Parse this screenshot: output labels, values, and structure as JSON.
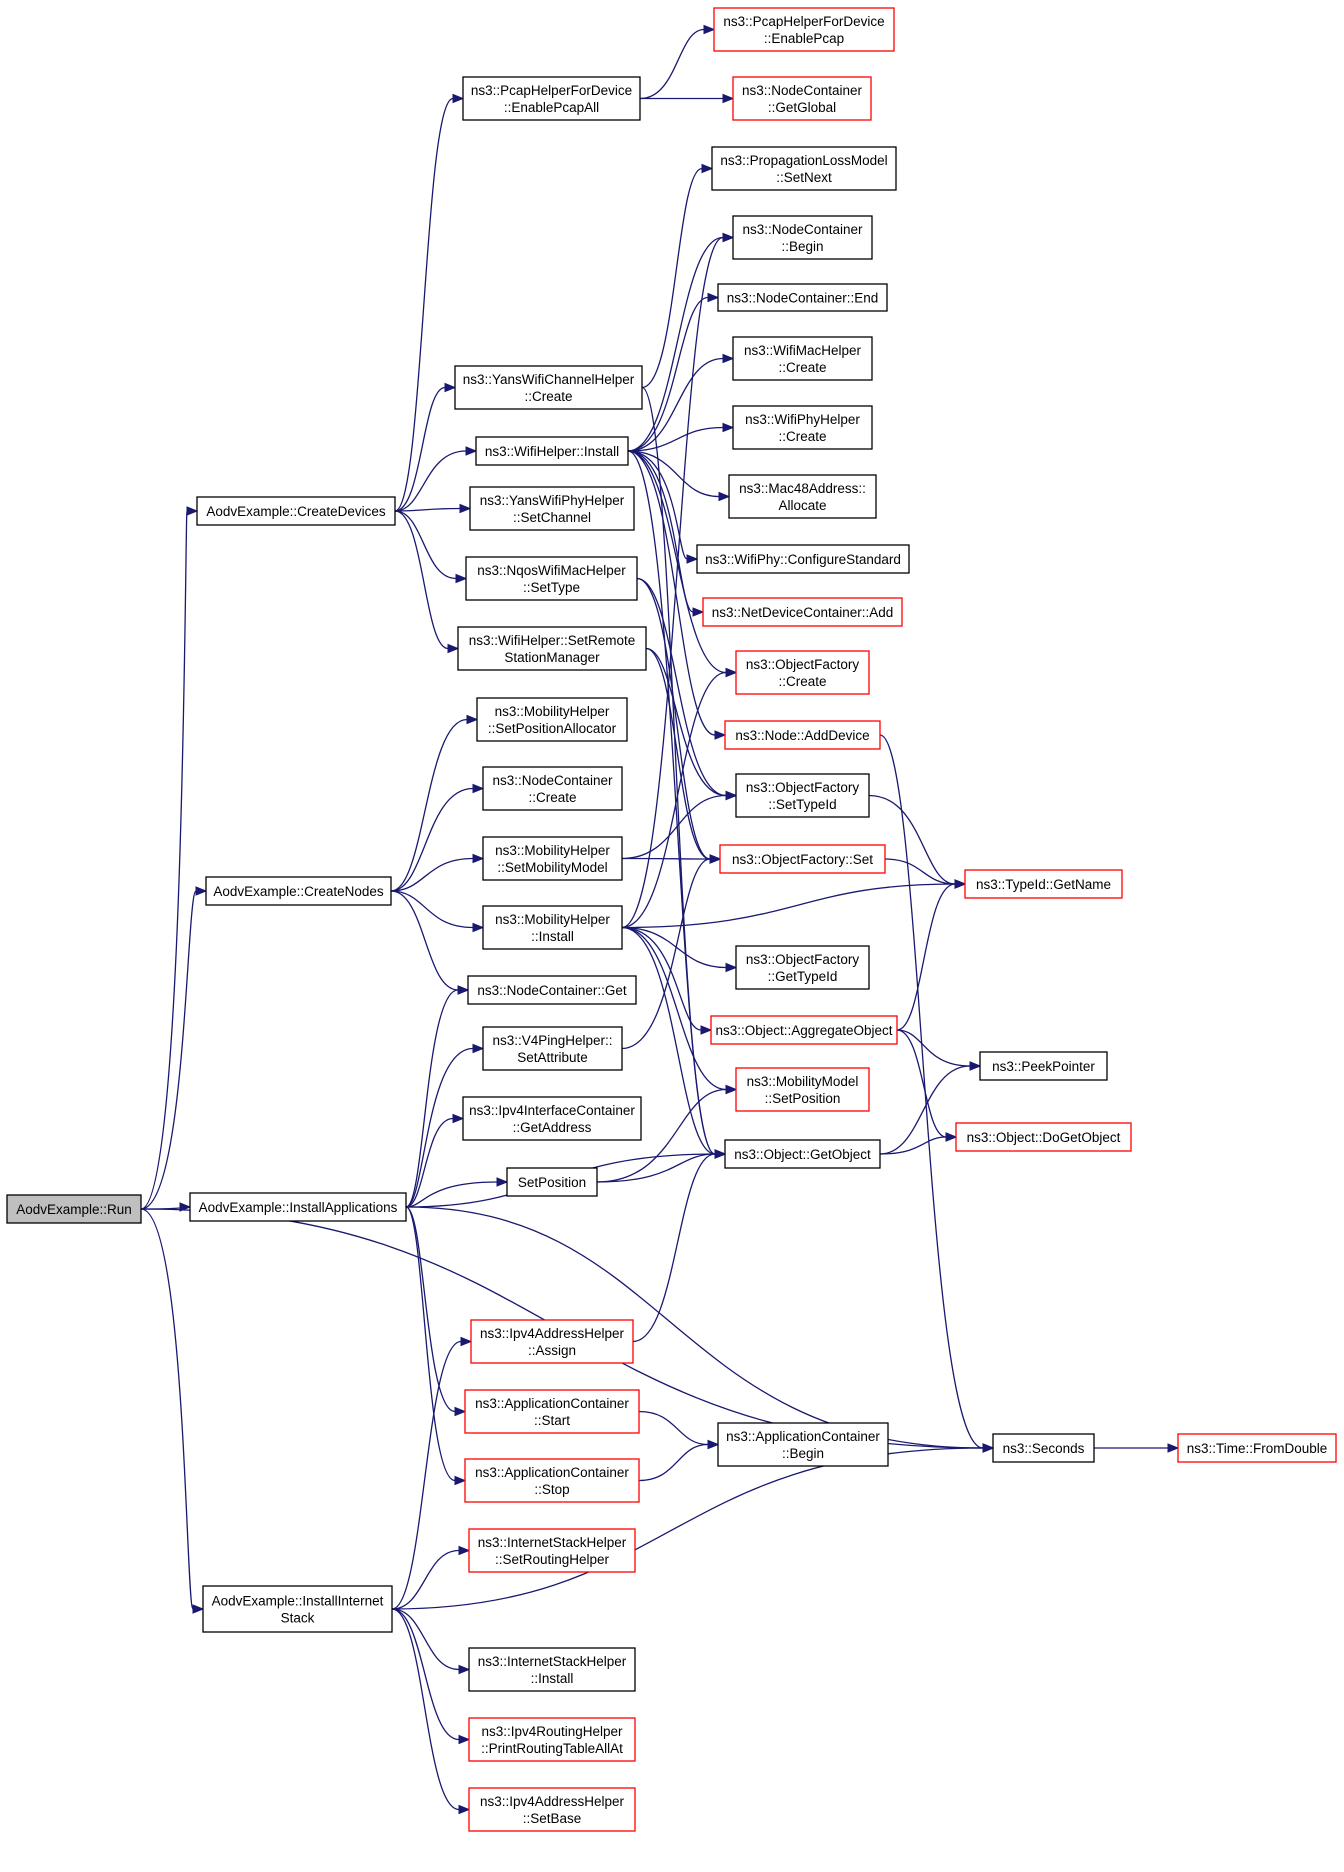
{
  "colors": {
    "edge": "#191970",
    "border_normal": "#000000",
    "border_truncated": "#ff0000",
    "fill_root": "#bfbfbf",
    "fill_default": "#ffffff"
  },
  "nodes": [
    {
      "id": "run",
      "lines": [
        "AodvExample::Run"
      ],
      "style": "root"
    },
    {
      "id": "createDevices",
      "lines": [
        "AodvExample::CreateDevices"
      ],
      "style": "normal"
    },
    {
      "id": "createNodes",
      "lines": [
        "AodvExample::CreateNodes"
      ],
      "style": "normal"
    },
    {
      "id": "installApps",
      "lines": [
        "AodvExample::InstallApplications"
      ],
      "style": "normal"
    },
    {
      "id": "installStack",
      "lines": [
        "AodvExample::InstallInternet",
        "Stack"
      ],
      "style": "normal"
    },
    {
      "id": "pcapAll",
      "lines": [
        "ns3::PcapHelperForDevice",
        "::EnablePcapAll"
      ],
      "style": "normal"
    },
    {
      "id": "pcap",
      "lines": [
        "ns3::PcapHelperForDevice",
        "::EnablePcap"
      ],
      "style": "truncated"
    },
    {
      "id": "ncGlobal",
      "lines": [
        "ns3::NodeContainer",
        "::GetGlobal"
      ],
      "style": "truncated"
    },
    {
      "id": "propNext",
      "lines": [
        "ns3::PropagationLossModel",
        "::SetNext"
      ],
      "style": "normal"
    },
    {
      "id": "ncBegin",
      "lines": [
        "ns3::NodeContainer",
        "::Begin"
      ],
      "style": "normal"
    },
    {
      "id": "ncEnd",
      "lines": [
        "ns3::NodeContainer::End"
      ],
      "style": "normal"
    },
    {
      "id": "macCreate",
      "lines": [
        "ns3::WifiMacHelper",
        "::Create"
      ],
      "style": "normal"
    },
    {
      "id": "phyCreate",
      "lines": [
        "ns3::WifiPhyHelper",
        "::Create"
      ],
      "style": "normal"
    },
    {
      "id": "macAlloc",
      "lines": [
        "ns3::Mac48Address::",
        "Allocate"
      ],
      "style": "normal"
    },
    {
      "id": "cfgStd",
      "lines": [
        "ns3::WifiPhy::ConfigureStandard"
      ],
      "style": "normal"
    },
    {
      "id": "ndcAdd",
      "lines": [
        "ns3::NetDeviceContainer::Add"
      ],
      "style": "truncated"
    },
    {
      "id": "ofCreate",
      "lines": [
        "ns3::ObjectFactory",
        "::Create"
      ],
      "style": "truncated"
    },
    {
      "id": "nodeAddDev",
      "lines": [
        "ns3::Node::AddDevice"
      ],
      "style": "truncated"
    },
    {
      "id": "ofSetTypeId",
      "lines": [
        "ns3::ObjectFactory",
        "::SetTypeId"
      ],
      "style": "normal"
    },
    {
      "id": "ofSet",
      "lines": [
        "ns3::ObjectFactory::Set"
      ],
      "style": "truncated"
    },
    {
      "id": "ofGetTypeId",
      "lines": [
        "ns3::ObjectFactory",
        "::GetTypeId"
      ],
      "style": "normal"
    },
    {
      "id": "aggObj",
      "lines": [
        "ns3::Object::AggregateObject"
      ],
      "style": "truncated"
    },
    {
      "id": "mmSetPos",
      "lines": [
        "ns3::MobilityModel",
        "::SetPosition"
      ],
      "style": "truncated"
    },
    {
      "id": "getObj",
      "lines": [
        "ns3::Object::GetObject"
      ],
      "style": "normal"
    },
    {
      "id": "appBegin",
      "lines": [
        "ns3::ApplicationContainer",
        "::Begin"
      ],
      "style": "normal"
    },
    {
      "id": "yansChanCreate",
      "lines": [
        "ns3::YansWifiChannelHelper",
        "::Create"
      ],
      "style": "normal"
    },
    {
      "id": "wifiInstall",
      "lines": [
        "ns3::WifiHelper::Install"
      ],
      "style": "normal"
    },
    {
      "id": "yansPhySetChan",
      "lines": [
        "ns3::YansWifiPhyHelper",
        "::SetChannel"
      ],
      "style": "normal"
    },
    {
      "id": "nqosSetType",
      "lines": [
        "ns3::NqosWifiMacHelper",
        "::SetType"
      ],
      "style": "normal"
    },
    {
      "id": "setRemote",
      "lines": [
        "ns3::WifiHelper::SetRemote",
        "StationManager"
      ],
      "style": "normal"
    },
    {
      "id": "mobSetPosAlloc",
      "lines": [
        "ns3::MobilityHelper",
        "::SetPositionAllocator"
      ],
      "style": "normal"
    },
    {
      "id": "ncCreate",
      "lines": [
        "ns3::NodeContainer",
        "::Create"
      ],
      "style": "normal"
    },
    {
      "id": "mobSetModel",
      "lines": [
        "ns3::MobilityHelper",
        "::SetMobilityModel"
      ],
      "style": "normal"
    },
    {
      "id": "mobInstall",
      "lines": [
        "ns3::MobilityHelper",
        "::Install"
      ],
      "style": "normal"
    },
    {
      "id": "ncGet",
      "lines": [
        "ns3::NodeContainer::Get"
      ],
      "style": "normal"
    },
    {
      "id": "v4SetAttr",
      "lines": [
        "ns3::V4PingHelper::",
        "SetAttribute"
      ],
      "style": "normal"
    },
    {
      "id": "ipv4GetAddr",
      "lines": [
        "ns3::Ipv4InterfaceContainer",
        "::GetAddress"
      ],
      "style": "normal"
    },
    {
      "id": "setPosition",
      "lines": [
        "SetPosition"
      ],
      "style": "normal"
    },
    {
      "id": "ipv4Assign",
      "lines": [
        "ns3::Ipv4AddressHelper",
        "::Assign"
      ],
      "style": "truncated"
    },
    {
      "id": "appStart",
      "lines": [
        "ns3::ApplicationContainer",
        "::Start"
      ],
      "style": "truncated"
    },
    {
      "id": "appStop",
      "lines": [
        "ns3::ApplicationContainer",
        "::Stop"
      ],
      "style": "truncated"
    },
    {
      "id": "ishSetRouting",
      "lines": [
        "ns3::InternetStackHelper",
        "::SetRoutingHelper"
      ],
      "style": "truncated"
    },
    {
      "id": "ishInstall",
      "lines": [
        "ns3::InternetStackHelper",
        "::Install"
      ],
      "style": "normal"
    },
    {
      "id": "ipv4Print",
      "lines": [
        "ns3::Ipv4RoutingHelper",
        "::PrintRoutingTableAllAt"
      ],
      "style": "truncated"
    },
    {
      "id": "ipv4SetBase",
      "lines": [
        "ns3::Ipv4AddressHelper",
        "::SetBase"
      ],
      "style": "truncated"
    },
    {
      "id": "typeIdGetName",
      "lines": [
        "ns3::TypeId::GetName"
      ],
      "style": "truncated"
    },
    {
      "id": "peekPointer",
      "lines": [
        "ns3::PeekPointer"
      ],
      "style": "normal"
    },
    {
      "id": "doGetObject",
      "lines": [
        "ns3::Object::DoGetObject"
      ],
      "style": "truncated"
    },
    {
      "id": "seconds",
      "lines": [
        "ns3::Seconds"
      ],
      "style": "normal"
    },
    {
      "id": "fromDouble",
      "lines": [
        "ns3::Time::FromDouble"
      ],
      "style": "truncated"
    }
  ],
  "edges": [
    [
      "run",
      "createDevices"
    ],
    [
      "run",
      "createNodes"
    ],
    [
      "run",
      "installApps"
    ],
    [
      "run",
      "installStack"
    ],
    [
      "run",
      "seconds"
    ],
    [
      "createDevices",
      "pcapAll"
    ],
    [
      "createDevices",
      "yansChanCreate"
    ],
    [
      "createDevices",
      "wifiInstall"
    ],
    [
      "createDevices",
      "yansPhySetChan"
    ],
    [
      "createDevices",
      "nqosSetType"
    ],
    [
      "createDevices",
      "setRemote"
    ],
    [
      "pcapAll",
      "pcap"
    ],
    [
      "pcapAll",
      "ncGlobal"
    ],
    [
      "yansChanCreate",
      "propNext"
    ],
    [
      "yansChanCreate",
      "getObj"
    ],
    [
      "wifiInstall",
      "ncBegin"
    ],
    [
      "wifiInstall",
      "ncEnd"
    ],
    [
      "wifiInstall",
      "macCreate"
    ],
    [
      "wifiInstall",
      "phyCreate"
    ],
    [
      "wifiInstall",
      "macAlloc"
    ],
    [
      "wifiInstall",
      "cfgStd"
    ],
    [
      "wifiInstall",
      "ndcAdd"
    ],
    [
      "wifiInstall",
      "ofCreate"
    ],
    [
      "wifiInstall",
      "nodeAddDev"
    ],
    [
      "wifiInstall",
      "getObj"
    ],
    [
      "nqosSetType",
      "ofSetTypeId"
    ],
    [
      "nqosSetType",
      "ofSet"
    ],
    [
      "setRemote",
      "ofSetTypeId"
    ],
    [
      "setRemote",
      "ofSet"
    ],
    [
      "createNodes",
      "mobSetPosAlloc"
    ],
    [
      "createNodes",
      "ncCreate"
    ],
    [
      "createNodes",
      "mobSetModel"
    ],
    [
      "createNodes",
      "mobInstall"
    ],
    [
      "createNodes",
      "ncGet"
    ],
    [
      "mobSetModel",
      "ofSetTypeId"
    ],
    [
      "mobSetModel",
      "ofSet"
    ],
    [
      "mobInstall",
      "ncBegin"
    ],
    [
      "mobInstall",
      "ofCreate"
    ],
    [
      "mobInstall",
      "typeIdGetName"
    ],
    [
      "mobInstall",
      "ofGetTypeId"
    ],
    [
      "mobInstall",
      "aggObj"
    ],
    [
      "mobInstall",
      "mmSetPos"
    ],
    [
      "mobInstall",
      "getObj"
    ],
    [
      "ofSetTypeId",
      "typeIdGetName"
    ],
    [
      "ofSet",
      "typeIdGetName"
    ],
    [
      "aggObj",
      "typeIdGetName"
    ],
    [
      "aggObj",
      "peekPointer"
    ],
    [
      "aggObj",
      "doGetObject"
    ],
    [
      "nodeAddDev",
      "seconds"
    ],
    [
      "getObj",
      "peekPointer"
    ],
    [
      "getObj",
      "doGetObject"
    ],
    [
      "installApps",
      "ncGet"
    ],
    [
      "installApps",
      "v4SetAttr"
    ],
    [
      "installApps",
      "ipv4GetAddr"
    ],
    [
      "installApps",
      "setPosition"
    ],
    [
      "installApps",
      "getObj"
    ],
    [
      "installApps",
      "appStart"
    ],
    [
      "installApps",
      "appStop"
    ],
    [
      "installApps",
      "seconds"
    ],
    [
      "v4SetAttr",
      "ofSet"
    ],
    [
      "setPosition",
      "mmSetPos"
    ],
    [
      "setPosition",
      "getObj"
    ],
    [
      "appStart",
      "appBegin"
    ],
    [
      "appStop",
      "appBegin"
    ],
    [
      "ipv4Assign",
      "getObj"
    ],
    [
      "installStack",
      "ipv4Assign"
    ],
    [
      "installStack",
      "ishSetRouting"
    ],
    [
      "installStack",
      "ishInstall"
    ],
    [
      "installStack",
      "ipv4Print"
    ],
    [
      "installStack",
      "ipv4SetBase"
    ],
    [
      "installStack",
      "seconds"
    ],
    [
      "seconds",
      "fromDouble"
    ]
  ]
}
